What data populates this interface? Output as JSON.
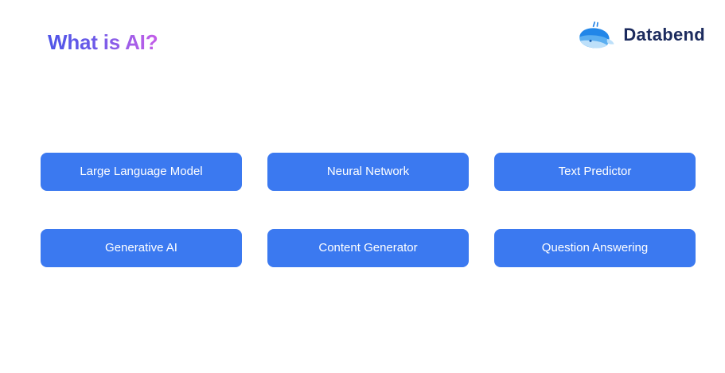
{
  "slide": {
    "title": "What is AI?",
    "background_color": "#ffffff",
    "title_gradient_from": "#4f55e8",
    "title_gradient_to": "#c45ce8"
  },
  "brand": {
    "name": "Databend",
    "logo_icon": "whale-icon",
    "name_color": "#1c2b5e",
    "whale_dark_blue": "#2186e8",
    "whale_mid_blue": "#5baef0",
    "whale_light_blue": "#bde0fa"
  },
  "cards": {
    "card_color": "#3b79f0",
    "text_color": "#ffffff",
    "items": [
      {
        "label": "Large Language Model"
      },
      {
        "label": "Neural Network"
      },
      {
        "label": "Text Predictor"
      },
      {
        "label": "Generative AI"
      },
      {
        "label": "Content Generator"
      },
      {
        "label": "Question Answering"
      }
    ]
  }
}
